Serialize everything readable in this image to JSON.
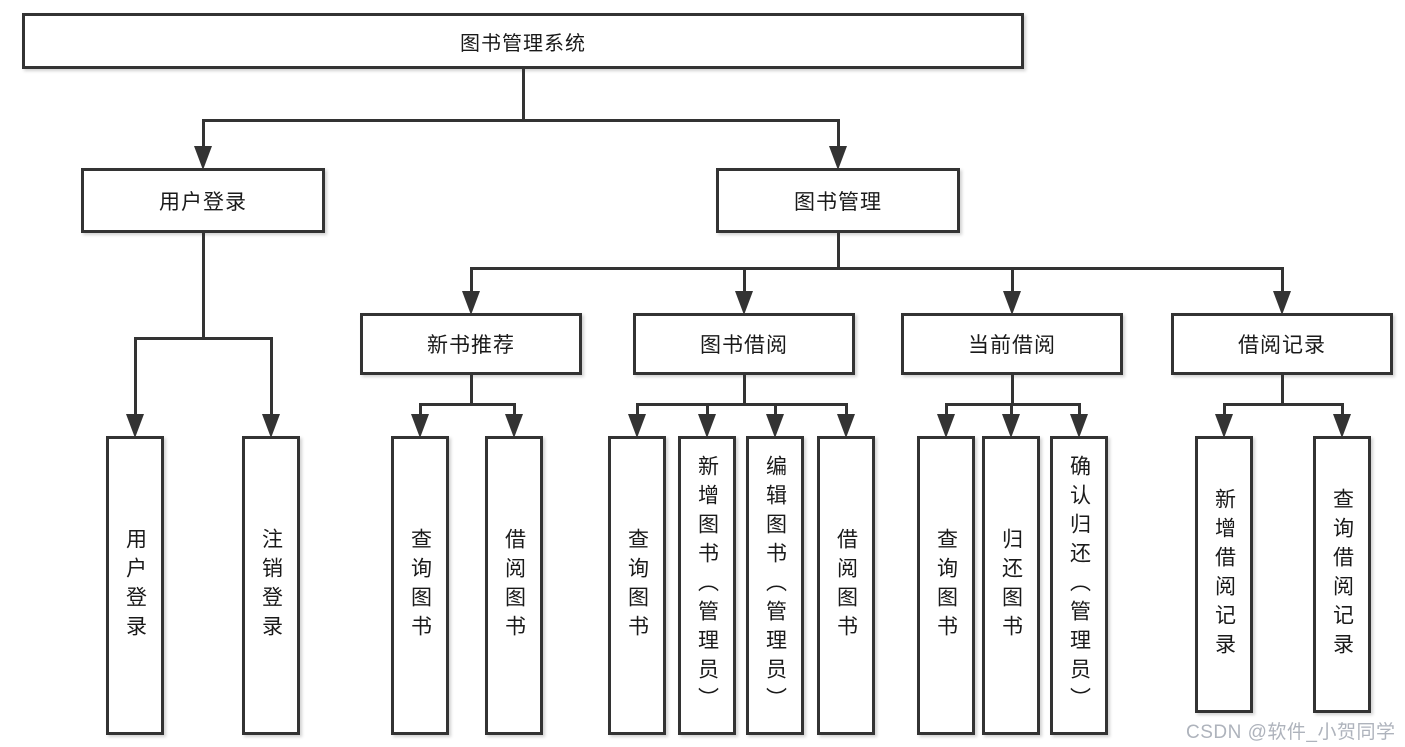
{
  "diagram": {
    "root": "图书管理系统",
    "user_login": {
      "label": "用户登录",
      "children": [
        "用户登录",
        "注销登录"
      ]
    },
    "book_management": {
      "label": "图书管理",
      "sections": [
        {
          "label": "新书推荐",
          "children": [
            "查询图书",
            "借阅图书"
          ]
        },
        {
          "label": "图书借阅",
          "children": [
            "查询图书",
            "新增图书（管理员）",
            "编辑图书（管理员）",
            "借阅图书"
          ]
        },
        {
          "label": "当前借阅",
          "children": [
            "查询图书",
            "归还图书",
            "确认归还（管理员）"
          ]
        },
        {
          "label": "借阅记录",
          "children": [
            "新增借阅记录",
            "查询借阅记录"
          ]
        }
      ]
    }
  },
  "watermark": "CSDN @软件_小贺同学",
  "colors": {
    "line": "#333333",
    "box_border": "#333333",
    "box_fill": "#ffffff",
    "text": "#1a1a1a",
    "watermark_text": "#aeb3bc",
    "background": "#ffffff"
  }
}
